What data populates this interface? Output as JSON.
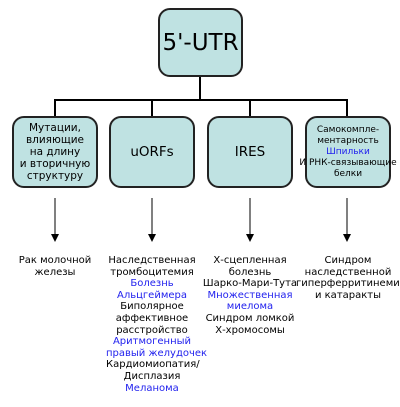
{
  "root": "5'-UTR",
  "categories": [
    {
      "lines": [
        "Мутации,",
        "влияющие",
        "на длину",
        "и вторичную",
        "структуру"
      ]
    },
    {
      "lines": [
        "uORFs"
      ]
    },
    {
      "lines": [
        "IRES"
      ]
    },
    {
      "lines": [
        {
          "text": "Самокомпле-",
          "style": "normal"
        },
        {
          "text": "ментарность",
          "style": "normal"
        },
        {
          "text": "Шпильки",
          "style": "blue"
        },
        {
          "text": "И РНК-связывающие",
          "style": "normal"
        },
        {
          "text": "белки",
          "style": "normal"
        }
      ]
    }
  ],
  "diseases": [
    [
      {
        "text": "Рак молочной",
        "style": "normal"
      },
      {
        "text": "железы",
        "style": "normal"
      }
    ],
    [
      {
        "text": "Наследственная",
        "style": "normal"
      },
      {
        "text": "тромбоцитемия",
        "style": "normal"
      },
      {
        "text": "Болезнь",
        "style": "blue"
      },
      {
        "text": "Альцгеймера",
        "style": "blue"
      },
      {
        "text": "Биполярное",
        "style": "normal"
      },
      {
        "text": "аффективное",
        "style": "normal"
      },
      {
        "text": "расстройство",
        "style": "normal"
      },
      {
        "text": "Аритмогенный",
        "style": "blue"
      },
      {
        "text": "правый желудочек",
        "style": "blue"
      },
      {
        "text": "Кардиомиопатия/",
        "style": "normal"
      },
      {
        "text": "Дисплазия",
        "style": "normal"
      },
      {
        "text": "Меланома",
        "style": "blue"
      }
    ],
    [
      {
        "text": "Х-сцепленная",
        "style": "normal"
      },
      {
        "text": "болезнь",
        "style": "normal"
      },
      {
        "text": "Шарко-Мари-Тута",
        "style": "normal"
      },
      {
        "text": "Множественная",
        "style": "blue"
      },
      {
        "text": "миелома",
        "style": "blue"
      },
      {
        "text": "Синдром ломкой",
        "style": "normal"
      },
      {
        "text": "Х-хромосомы",
        "style": "normal"
      }
    ],
    [
      {
        "text": "Синдром",
        "style": "normal"
      },
      {
        "text": "наследственной",
        "style": "normal"
      },
      {
        "text": "гиперферритинемии",
        "style": "normal"
      },
      {
        "text": "и катаракты",
        "style": "normal"
      }
    ]
  ],
  "colors": {
    "box_fill": "#bfe2e2",
    "box_border": "#222222",
    "highlight": "#2222ee"
  }
}
